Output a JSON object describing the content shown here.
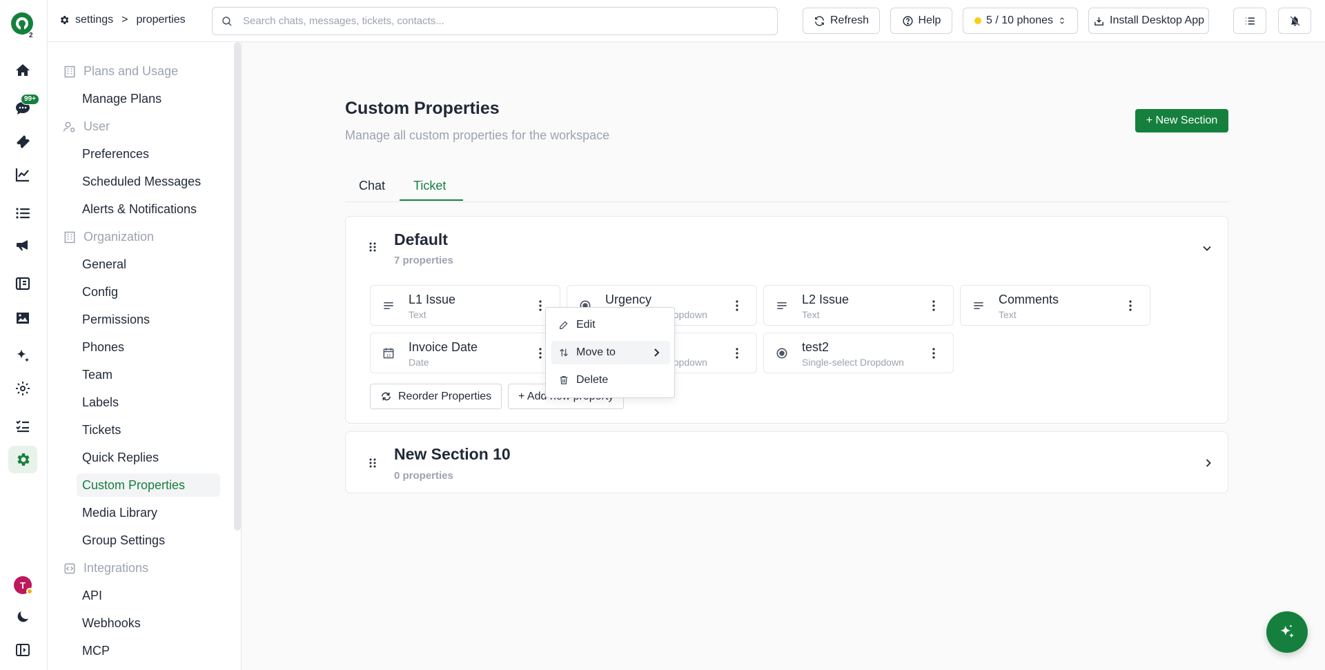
{
  "breadcrumb": {
    "root": "settings",
    "separator": ">",
    "current": "properties"
  },
  "search": {
    "placeholder": "Search chats, messages, tickets, contacts..."
  },
  "topbar": {
    "refresh_label": "Refresh",
    "help_label": "Help",
    "phones_label": "5 / 10 phones",
    "install_label": "Install Desktop App"
  },
  "rail": {
    "chat_badge": "99+",
    "avatar_initial": "T"
  },
  "sidebar": {
    "groups": [
      {
        "label": "Plans and Usage",
        "items": [
          "Manage Plans"
        ]
      },
      {
        "label": "User",
        "items": [
          "Preferences",
          "Scheduled Messages",
          "Alerts & Notifications"
        ]
      },
      {
        "label": "Organization",
        "items": [
          "General",
          "Config",
          "Permissions",
          "Phones",
          "Team",
          "Labels",
          "Tickets",
          "Quick Replies",
          "Custom Properties",
          "Media Library",
          "Group Settings"
        ]
      },
      {
        "label": "Integrations",
        "items": [
          "API",
          "Webhooks",
          "MCP"
        ]
      }
    ],
    "active_item": "Custom Properties"
  },
  "page": {
    "title": "Custom Properties",
    "subtitle": "Manage all custom properties for the workspace",
    "new_section_label": "+ New Section"
  },
  "tabs": [
    {
      "label": "Chat"
    },
    {
      "label": "Ticket",
      "active": true
    }
  ],
  "sections": [
    {
      "title": "Default",
      "count_label": "7 properties",
      "expanded": true,
      "properties": [
        {
          "name": "L1 Issue",
          "type": "Text",
          "icon": "text-icon"
        },
        {
          "name": "Urgency",
          "type": "Single-select Dropdown",
          "icon": "radio-icon"
        },
        {
          "name": "L2 Issue",
          "type": "Text",
          "icon": "text-icon"
        },
        {
          "name": "Comments",
          "type": "Text",
          "icon": "text-icon"
        },
        {
          "name": "Invoice Date",
          "type": "Date",
          "icon": "calendar-icon"
        },
        {
          "name": "",
          "type": "Single-select Dropdown",
          "icon": "radio-icon"
        },
        {
          "name": "test2",
          "type": "Single-select Dropdown",
          "icon": "radio-icon"
        }
      ],
      "reorder_label": "Reorder Properties",
      "add_label": "+ Add new property"
    },
    {
      "title": "New Section 10",
      "count_label": "0 properties",
      "expanded": false
    }
  ],
  "context_menu": {
    "edit": "Edit",
    "move_to": "Move to",
    "delete": "Delete"
  },
  "colors": {
    "accent": "#15803d",
    "muted": "#9ca3af",
    "border": "#e5e7eb"
  }
}
